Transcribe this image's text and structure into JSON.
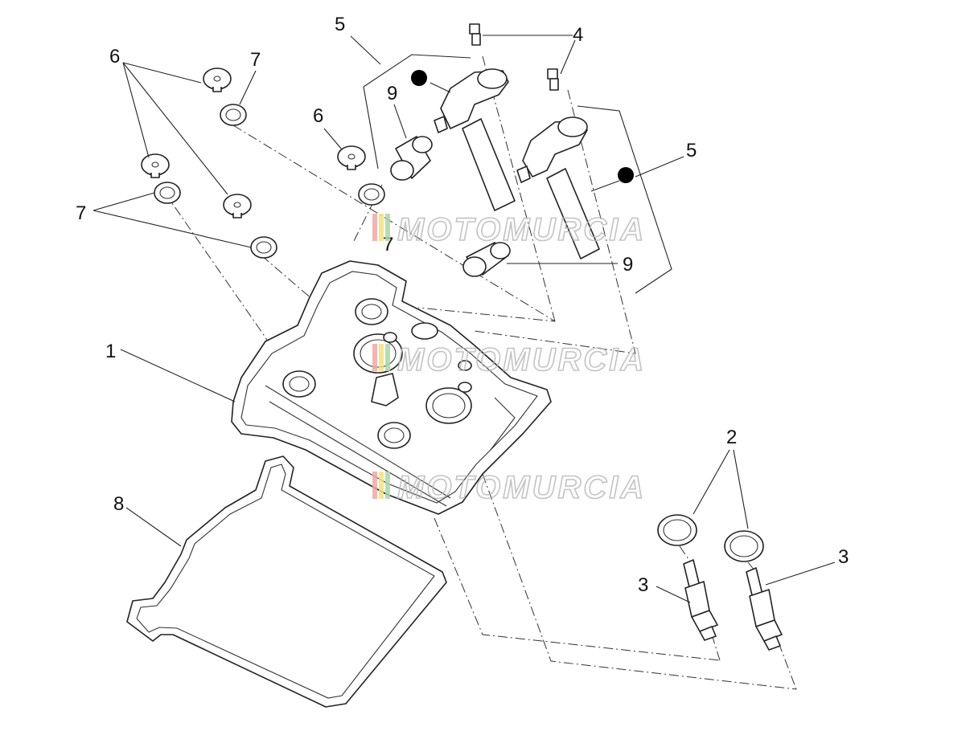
{
  "callouts": {
    "c1": "1",
    "c2": "2",
    "c3a": "3",
    "c3b": "3",
    "c4": "4",
    "c5a": "5",
    "c5b": "5",
    "c6a": "6",
    "c6b": "6",
    "c7a": "7",
    "c7b": "7",
    "c7c": "7",
    "c8": "8",
    "c9a": "9",
    "c9b": "9"
  },
  "watermark": {
    "text": "MOTOMURCIA",
    "colors": [
      "#f2a7a7",
      "#f5e27a",
      "#a9d8a4"
    ]
  },
  "colors": {
    "line": "#222222",
    "watermark_outline": "#b9b9b9",
    "marker": "#000000"
  }
}
